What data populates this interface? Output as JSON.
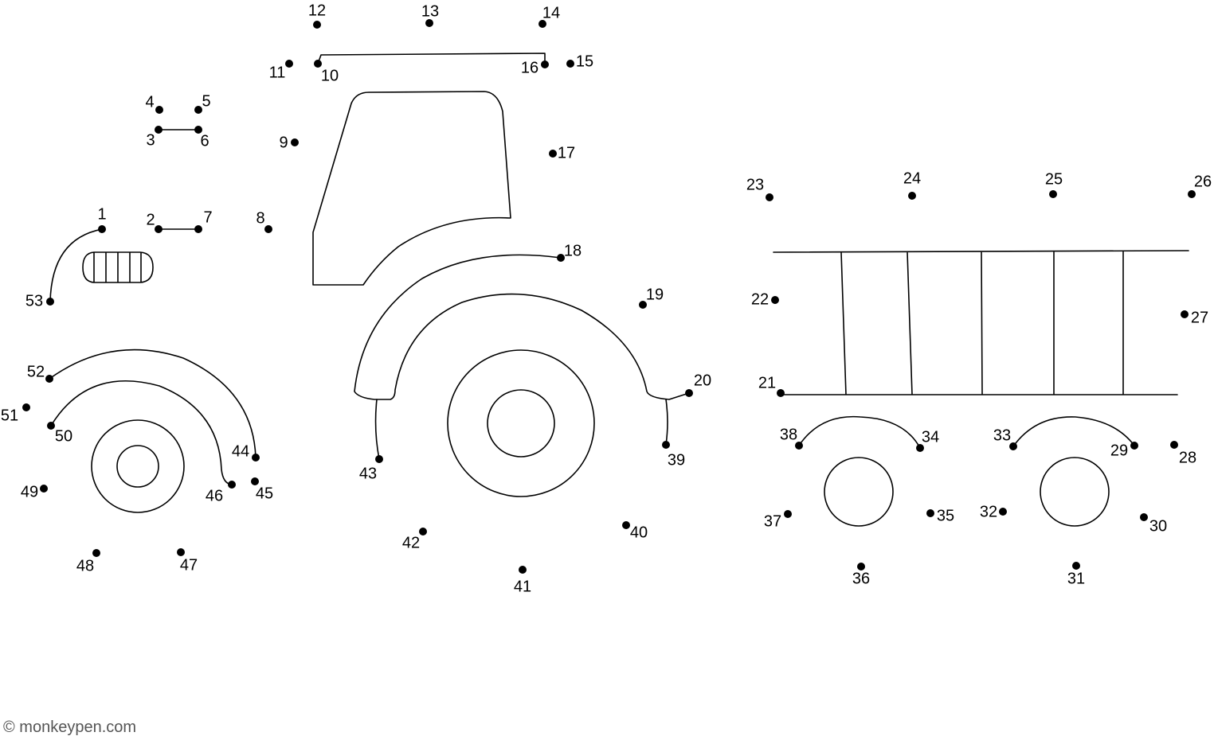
{
  "puzzle": {
    "dot_labels": [
      "1",
      "2",
      "3",
      "4",
      "5",
      "6",
      "7",
      "8",
      "9",
      "10",
      "11",
      "12",
      "13",
      "14",
      "15",
      "16",
      "17",
      "18",
      "19",
      "20",
      "21",
      "22",
      "23",
      "24",
      "25",
      "26",
      "27",
      "28",
      "29",
      "30",
      "31",
      "32",
      "33",
      "34",
      "35",
      "36",
      "37",
      "38",
      "39",
      "40",
      "41",
      "42",
      "43",
      "44",
      "45",
      "46",
      "47",
      "48",
      "49",
      "50",
      "51",
      "52",
      "53"
    ]
  },
  "footer": {
    "copyright": "© monkeypen.com"
  },
  "colors": {
    "ink": "#000000",
    "footer_text": "#555555"
  }
}
